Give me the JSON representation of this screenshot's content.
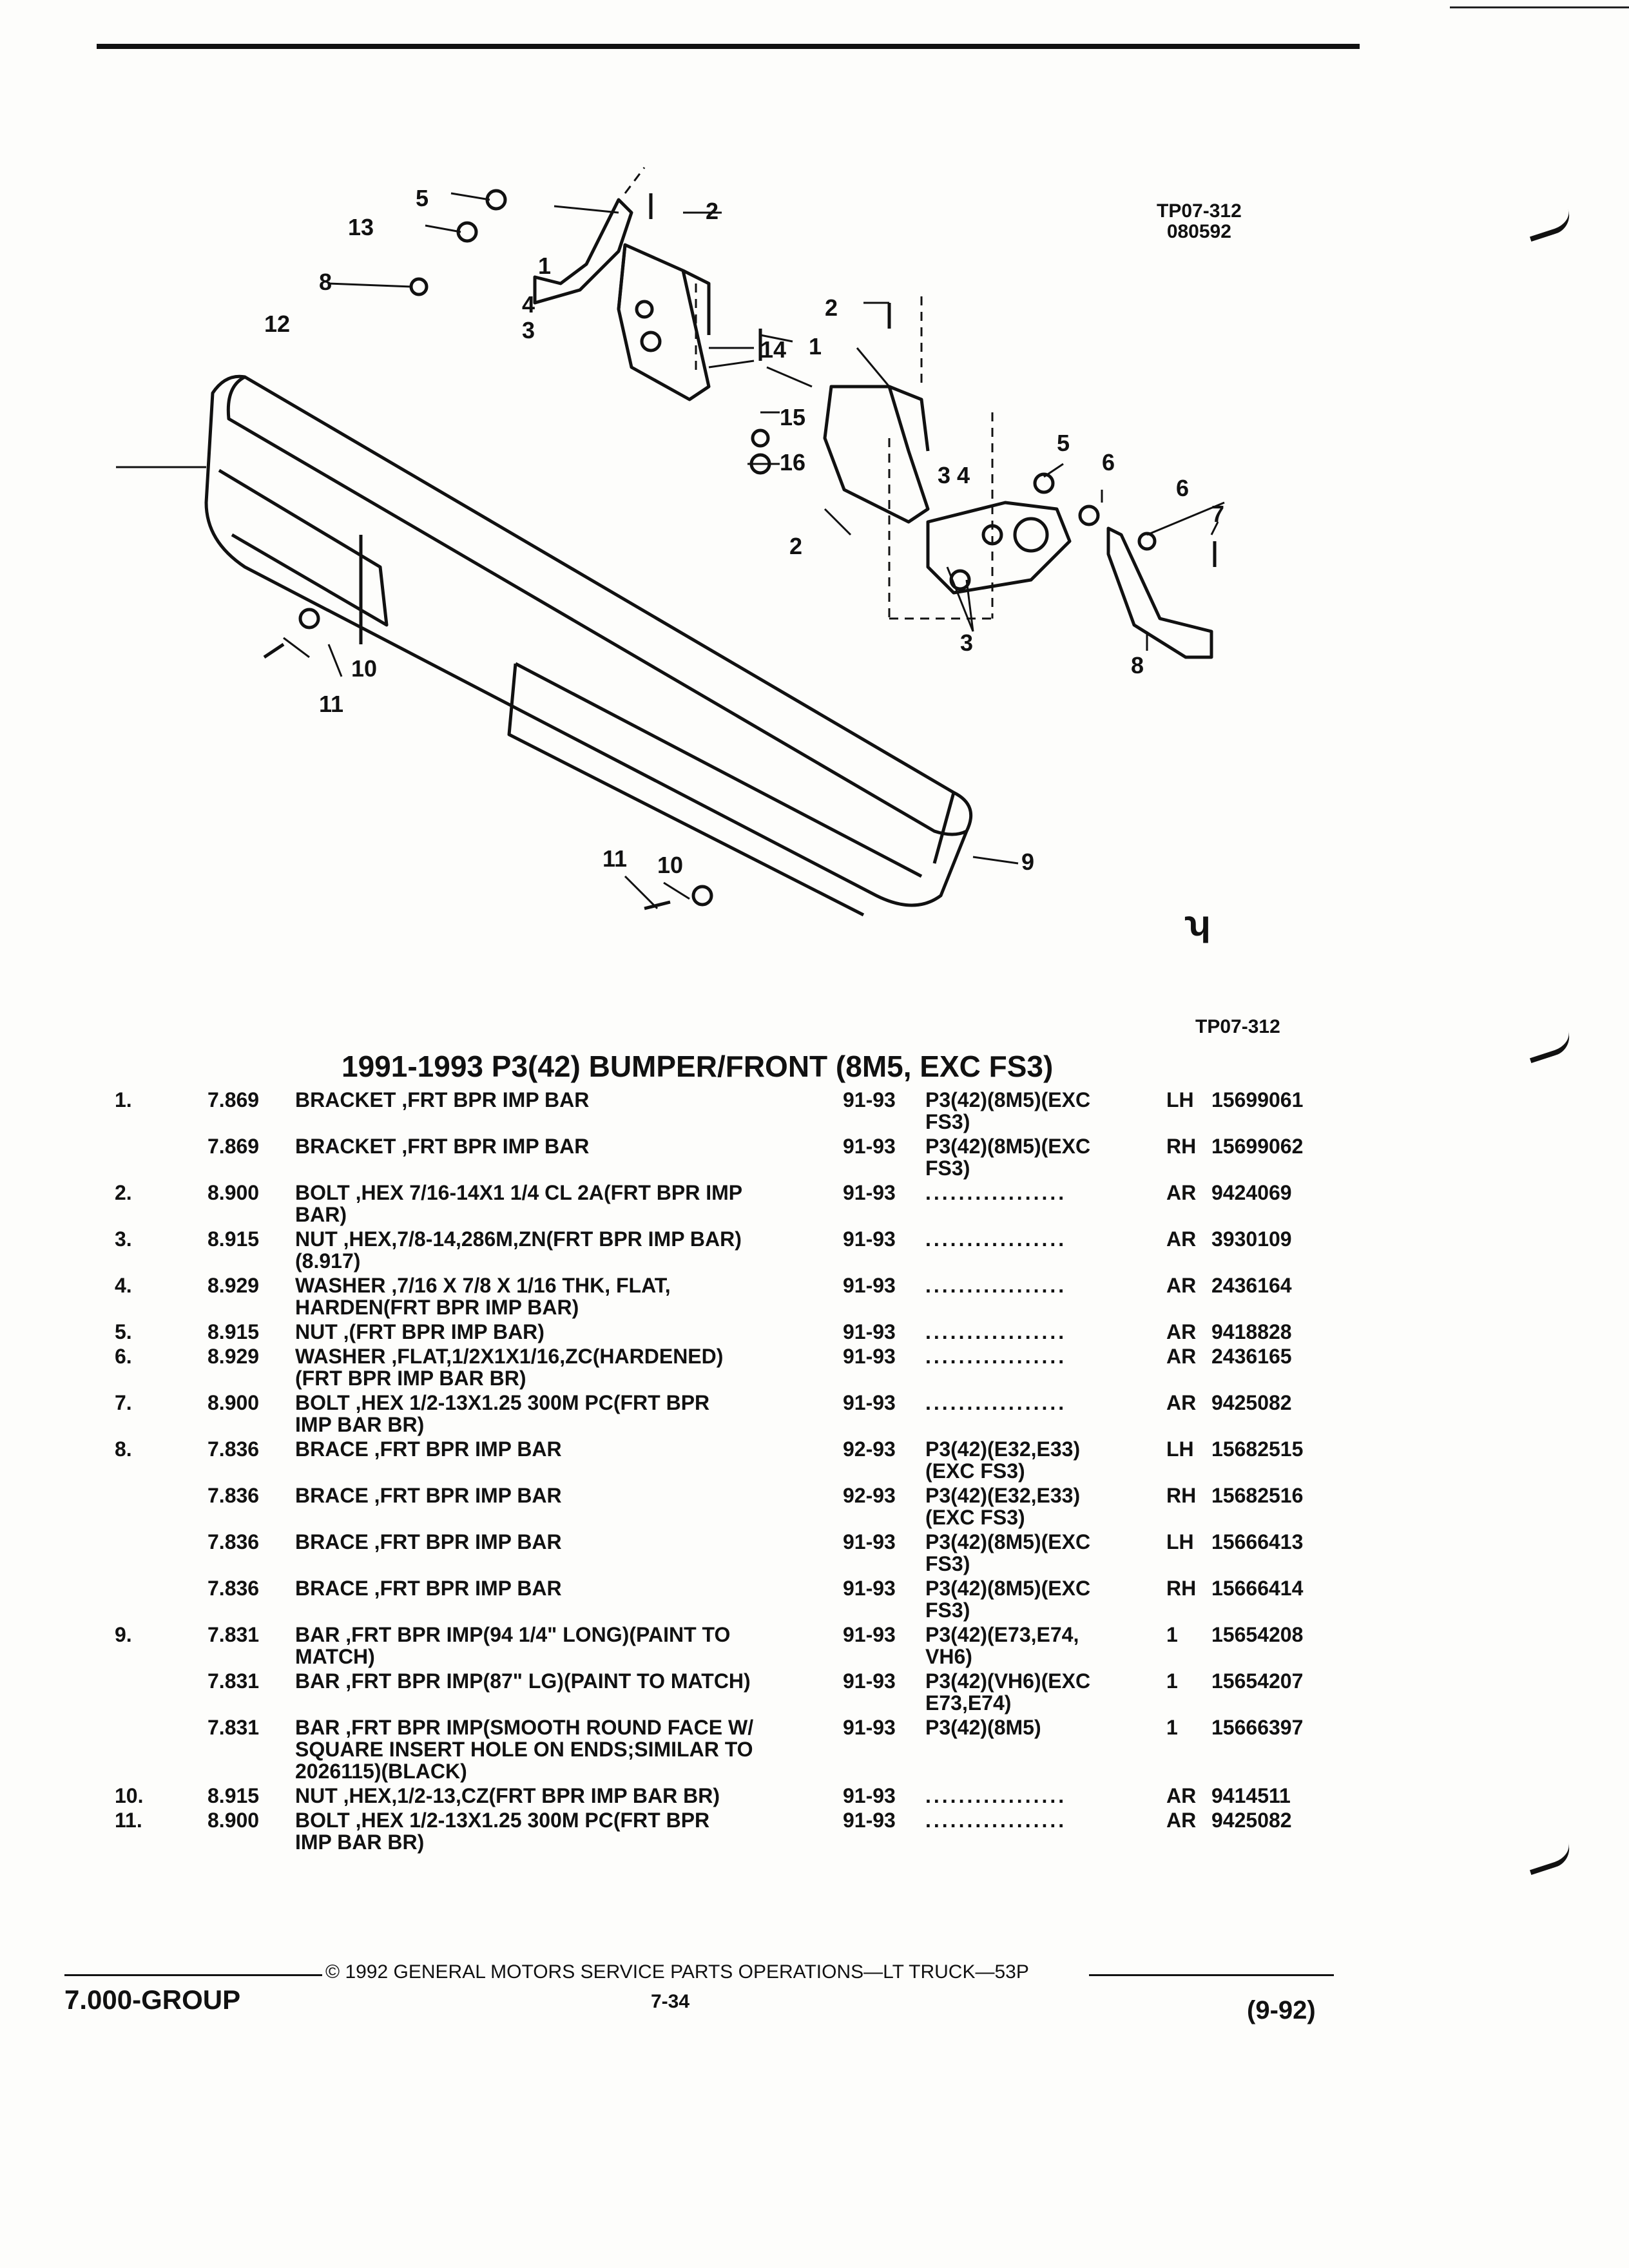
{
  "figure": {
    "ref_code_top": "TP07-312",
    "date_code": "080592",
    "ref_code_bottom": "TP07-312",
    "callouts": [
      "1",
      "2",
      "3",
      "4",
      "5",
      "6",
      "7",
      "8",
      "9",
      "10",
      "11",
      "12",
      "13",
      "14",
      "15",
      "16"
    ]
  },
  "section_title": "1991-1993 P3(42) BUMPER/FRONT (8M5, EXC FS3)",
  "parts": [
    {
      "item": "1.",
      "group": "7.869",
      "desc": [
        "BRACKET ,FRT BPR IMP BAR"
      ],
      "years": "91-93",
      "model": [
        "P3(42)(8M5)(EXC",
        "FS3)"
      ],
      "qty": "LH",
      "part": "15699061"
    },
    {
      "item": "",
      "group": "7.869",
      "desc": [
        "BRACKET ,FRT BPR IMP BAR"
      ],
      "years": "91-93",
      "model": [
        "P3(42)(8M5)(EXC",
        "FS3)"
      ],
      "qty": "RH",
      "part": "15699062"
    },
    {
      "item": "2.",
      "group": "8.900",
      "desc": [
        "BOLT ,HEX 7/16-14X1 1/4 CL 2A(FRT BPR IMP",
        "BAR)"
      ],
      "years": "91-93",
      "model": [],
      "qty": "AR",
      "part": "9424069"
    },
    {
      "item": "3.",
      "group": "8.915",
      "desc": [
        "NUT ,HEX,7/8-14,286M,ZN(FRT BPR IMP BAR)",
        "(8.917)"
      ],
      "years": "91-93",
      "model": [],
      "qty": "AR",
      "part": "3930109"
    },
    {
      "item": "4.",
      "group": "8.929",
      "desc": [
        "WASHER ,7/16 X 7/8 X 1/16 THK, FLAT,",
        "HARDEN(FRT BPR IMP BAR)"
      ],
      "years": "91-93",
      "model": [],
      "qty": "AR",
      "part": "2436164"
    },
    {
      "item": "5.",
      "group": "8.915",
      "desc": [
        "NUT ,(FRT BPR IMP BAR)"
      ],
      "years": "91-93",
      "model": [],
      "qty": "AR",
      "part": "9418828"
    },
    {
      "item": "6.",
      "group": "8.929",
      "desc": [
        "WASHER ,FLAT,1/2X1X1/16,ZC(HARDENED)",
        "(FRT BPR IMP BAR BR)"
      ],
      "years": "91-93",
      "model": [],
      "qty": "AR",
      "part": "2436165"
    },
    {
      "item": "7.",
      "group": "8.900",
      "desc": [
        "BOLT ,HEX 1/2-13X1.25 300M PC(FRT BPR",
        "IMP BAR BR)"
      ],
      "years": "91-93",
      "model": [],
      "qty": "AR",
      "part": "9425082"
    },
    {
      "item": "8.",
      "group": "7.836",
      "desc": [
        "BRACE ,FRT BPR IMP BAR"
      ],
      "years": "92-93",
      "model": [
        "P3(42)(E32,E33)",
        "(EXC FS3)"
      ],
      "qty": "LH",
      "part": "15682515"
    },
    {
      "item": "",
      "group": "7.836",
      "desc": [
        "BRACE ,FRT BPR IMP BAR"
      ],
      "years": "92-93",
      "model": [
        "P3(42)(E32,E33)",
        "(EXC FS3)"
      ],
      "qty": "RH",
      "part": "15682516"
    },
    {
      "item": "",
      "group": "7.836",
      "desc": [
        "BRACE ,FRT BPR IMP BAR"
      ],
      "years": "91-93",
      "model": [
        "P3(42)(8M5)(EXC",
        "FS3)"
      ],
      "qty": "LH",
      "part": "15666413"
    },
    {
      "item": "",
      "group": "7.836",
      "desc": [
        "BRACE ,FRT BPR IMP BAR"
      ],
      "years": "91-93",
      "model": [
        "P3(42)(8M5)(EXC",
        "FS3)"
      ],
      "qty": "RH",
      "part": "15666414"
    },
    {
      "item": "9.",
      "group": "7.831",
      "desc": [
        "BAR ,FRT BPR IMP(94 1/4\" LONG)(PAINT TO",
        "MATCH)"
      ],
      "years": "91-93",
      "model": [
        "P3(42)(E73,E74,",
        "VH6)"
      ],
      "qty": "1",
      "part": "15654208"
    },
    {
      "item": "",
      "group": "7.831",
      "desc": [
        "BAR ,FRT BPR IMP(87\" LG)(PAINT TO MATCH)"
      ],
      "years": "91-93",
      "model": [
        "P3(42)(VH6)(EXC",
        "E73,E74)"
      ],
      "qty": "1",
      "part": "15654207"
    },
    {
      "item": "",
      "group": "7.831",
      "desc": [
        "BAR ,FRT BPR IMP(SMOOTH ROUND FACE W/",
        "SQUARE INSERT HOLE ON ENDS;SIMILAR TO",
        "2026115)(BLACK)"
      ],
      "years": "91-93",
      "model": [
        "P3(42)(8M5)"
      ],
      "qty": "1",
      "part": "15666397"
    },
    {
      "item": "10.",
      "group": "8.915",
      "desc": [
        "NUT ,HEX,1/2-13,CZ(FRT BPR IMP BAR BR)"
      ],
      "years": "91-93",
      "model": [],
      "qty": "AR",
      "part": "9414511"
    },
    {
      "item": "11.",
      "group": "8.900",
      "desc": [
        "BOLT ,HEX 1/2-13X1.25 300M PC(FRT BPR",
        "IMP BAR BR)"
      ],
      "years": "91-93",
      "model": [],
      "qty": "AR",
      "part": "9425082"
    }
  ],
  "footer": {
    "copyright": "© 1992 GENERAL MOTORS SERVICE PARTS OPERATIONS—LT TRUCK—53P",
    "group": "7.000-GROUP",
    "page": "7-34",
    "revision": "(9-92)"
  }
}
